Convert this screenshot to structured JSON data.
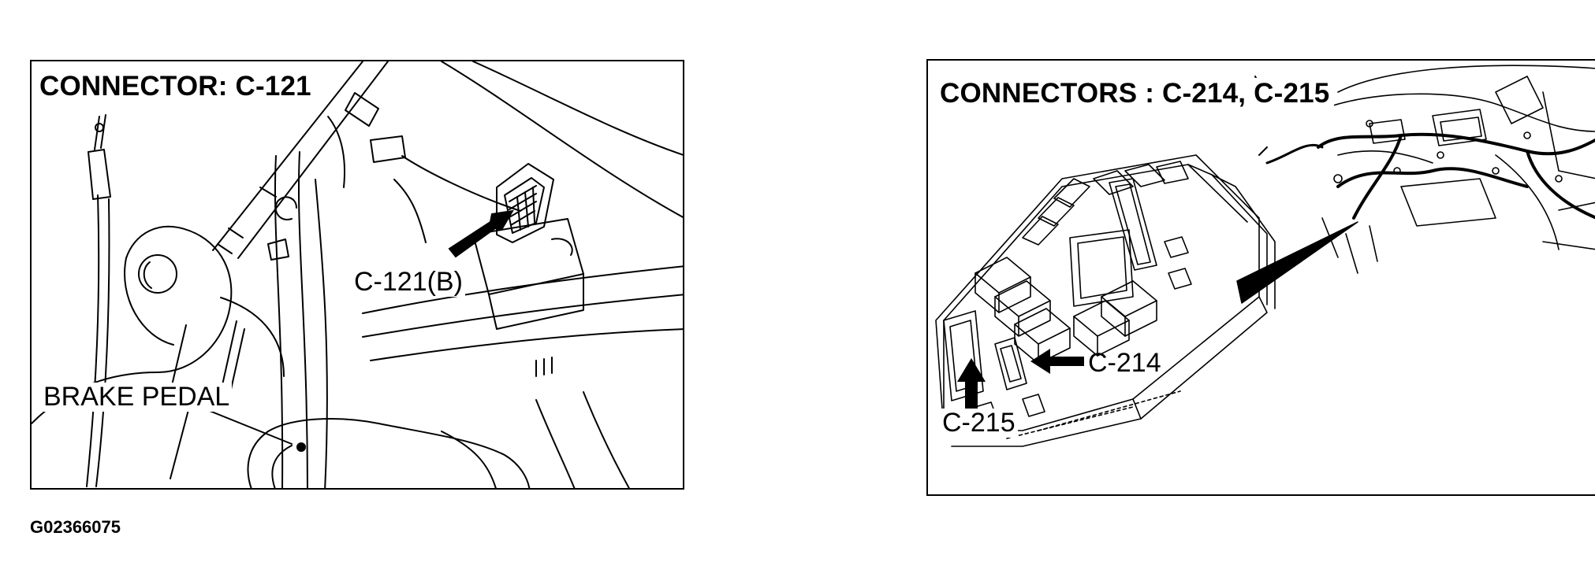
{
  "figure_code": "G02366075",
  "panels": [
    {
      "title": "CONNECTOR: C-121",
      "labels": {
        "c121b": "C-121(B)",
        "brake_pedal": "BRAKE PEDAL"
      },
      "icons": [
        "callout-arrow-icon"
      ]
    },
    {
      "title": "CONNECTORS : C-214, C-215",
      "labels": {
        "c214": "C-214",
        "c215": "C-215"
      },
      "icons": [
        "callout-arrow-icon",
        "view-pointer-icon"
      ]
    }
  ],
  "colors": {
    "ink": "#000000",
    "paper": "#ffffff"
  }
}
